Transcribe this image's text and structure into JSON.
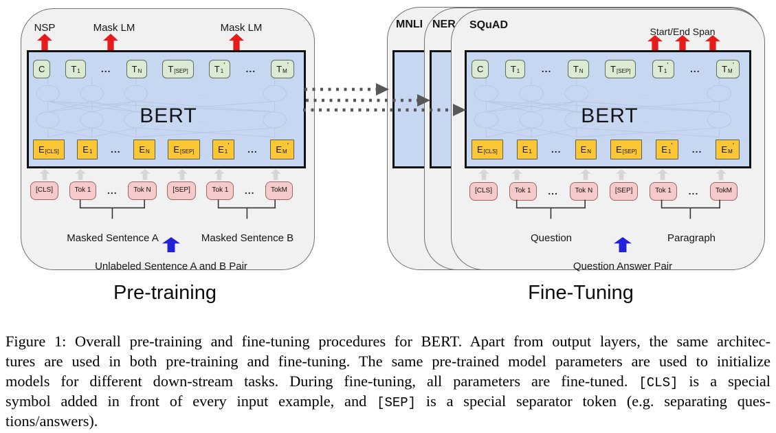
{
  "colors": {
    "green": "#dcead3",
    "yellow": "#fcc734",
    "pink": "#f6caca",
    "blue_panel": "#c7d7f1",
    "red": "#e81b1b",
    "blue_arrow": "#2121d8"
  },
  "pretraining": {
    "caption": "Pre-training",
    "head_labels": {
      "nsp": "NSP",
      "mask_lm_1": "Mask LM",
      "mask_lm_2": "Mask LM"
    },
    "bert": "BERT",
    "top_tokens": [
      {
        "m": "C"
      },
      {
        "m": "T",
        "s": "1"
      },
      {
        "d": "..."
      },
      {
        "m": "T",
        "s": "N"
      },
      {
        "m": "T",
        "s": "[SEP]"
      },
      {
        "m": "T",
        "s": "1",
        "p": "’"
      },
      {
        "d": "..."
      },
      {
        "m": "T",
        "s": "M",
        "p": "’"
      }
    ],
    "embed_tokens": [
      {
        "m": "E",
        "s": "[CLS]"
      },
      {
        "m": "E",
        "s": "1"
      },
      {
        "d": "..."
      },
      {
        "m": "E",
        "s": "N"
      },
      {
        "m": "E",
        "s": "[SEP]"
      },
      {
        "m": "E",
        "s": "1",
        "p": "’"
      },
      {
        "d": "..."
      },
      {
        "m": "E",
        "s": "M",
        "p": "’"
      }
    ],
    "input_tokens": [
      {
        "m": "[CLS]"
      },
      {
        "m": "Tok 1"
      },
      {
        "d": "..."
      },
      {
        "m": "Tok N"
      },
      {
        "m": "[SEP]"
      },
      {
        "m": "Tok 1"
      },
      {
        "d": "..."
      },
      {
        "m": "TokM"
      }
    ],
    "sentence_a": "Masked Sentence A",
    "sentence_b": "Masked Sentence B",
    "pair_label": "Unlabeled Sentence A and B Pair"
  },
  "finetuning": {
    "caption": "Fine-Tuning",
    "card_labels": {
      "mnli": "MNLI",
      "ner": "NER",
      "squad": "SQuAD"
    },
    "span_label": "Start/End Span",
    "bert": "BERT",
    "top_tokens": [
      {
        "m": "C"
      },
      {
        "m": "T",
        "s": "1"
      },
      {
        "d": "..."
      },
      {
        "m": "T",
        "s": "N"
      },
      {
        "m": "T",
        "s": "[SEP]"
      },
      {
        "m": "T",
        "s": "1",
        "p": "’"
      },
      {
        "d": "..."
      },
      {
        "m": "T",
        "s": "M",
        "p": "’"
      }
    ],
    "embed_tokens": [
      {
        "m": "E",
        "s": "[CLS]"
      },
      {
        "m": "E",
        "s": "1"
      },
      {
        "d": "..."
      },
      {
        "m": "E",
        "s": "N"
      },
      {
        "m": "E",
        "s": "[SEP]"
      },
      {
        "m": "E",
        "s": "1",
        "p": "’"
      },
      {
        "d": "..."
      },
      {
        "m": "E",
        "s": "M",
        "p": "’"
      }
    ],
    "input_tokens": [
      {
        "m": "[CLS]"
      },
      {
        "m": "Tok 1"
      },
      {
        "d": "..."
      },
      {
        "m": "Tok N"
      },
      {
        "m": "[SEP]"
      },
      {
        "m": "Tok 1"
      },
      {
        "d": "..."
      },
      {
        "m": "TokM"
      }
    ],
    "question": "Question",
    "paragraph": "Paragraph",
    "pair_label": "Question Answer Pair"
  },
  "figure_caption": {
    "lines": [
      [
        {
          "t": "Figure 1: Overall pre-training and fine-tuning procedures for BERT. Apart from output layers, the same architec-"
        }
      ],
      [
        {
          "t": "tures are used in both pre-training and fine-tuning. The same pre-trained model parameters are used to initialize"
        }
      ],
      [
        {
          "t": "models for different down-stream tasks. During fine-tuning, all parameters are fine-tuned. "
        },
        {
          "mono": "[CLS]"
        },
        {
          "t": " is a special"
        }
      ],
      [
        {
          "t": "symbol added in front of every input example, and "
        },
        {
          "mono": "[SEP]"
        },
        {
          "t": " is a special separator token (e.g. separating ques-"
        }
      ],
      [
        {
          "t": "tions/answers)."
        }
      ]
    ]
  }
}
